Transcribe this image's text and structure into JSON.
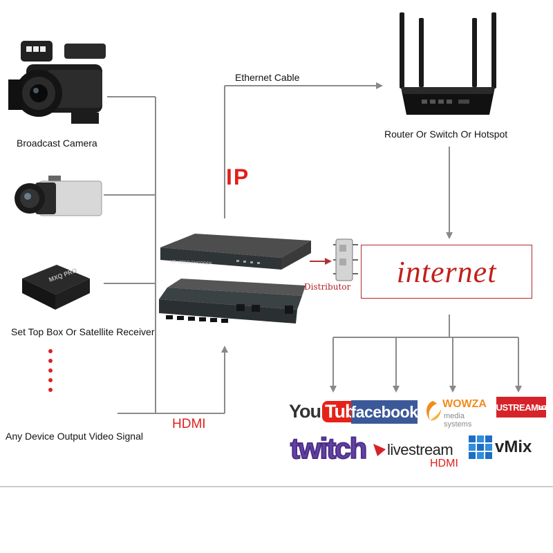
{
  "devices": {
    "camera_label": "Broadcast Camera",
    "stb_label": "Set Top Box Or Satellite Receiver",
    "any_label": "Any Device Output Video Signal",
    "router_label": "Router Or Switch Or Hotspot",
    "encoder_panel_text": "HD VIDEO ENCODER",
    "stb_brand": "MXQ PRO"
  },
  "links": {
    "ethernet_label": "Ethernet Cable",
    "ip_label": "IP",
    "hdmi_label": "HDMI",
    "distributor_label": "Distributor"
  },
  "internet": {
    "label": "internet"
  },
  "platforms": {
    "youtube_you": "You",
    "youtube_tube": "Tube",
    "facebook": "facebook",
    "wowza_name": "WOWZA",
    "wowza_sub": "media systems",
    "ustream": "USTREAM",
    "ustream_tv": "TV",
    "twitch": "twitch",
    "livestream": "livestream",
    "hdmi_caption": "HDMI",
    "vmix": "vMix"
  },
  "colors": {
    "ip_red": "#e0201b",
    "youtube_red": "#e62117",
    "facebook_blue": "#3b5998",
    "wowza_orange": "#f08c1e",
    "ustream_red": "#d6232a",
    "twitch_purple": "#6441a5",
    "vmix_blue": "#1e6fc4"
  }
}
